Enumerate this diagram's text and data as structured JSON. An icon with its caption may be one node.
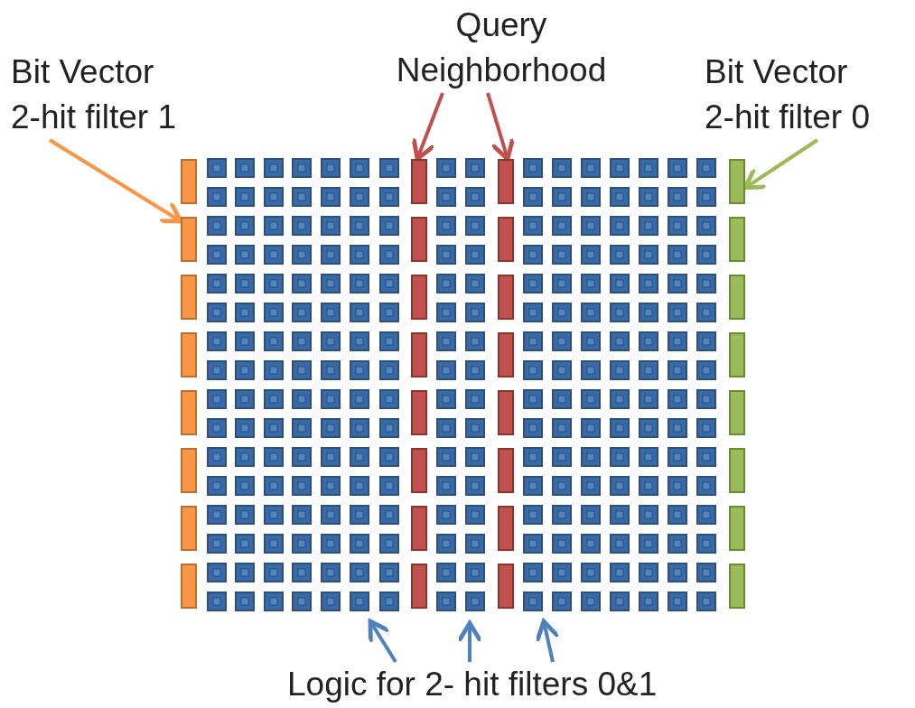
{
  "diagram": {
    "nodes": [
      {
        "text": [
          "Bit Vector",
          "2-hit filter 1"
        ]
      },
      {
        "text": [],
        "shape": "bar"
      },
      {
        "text": [
          "Query",
          "Neighborhood"
        ]
      },
      {
        "text": [],
        "shape": "bar"
      },
      {
        "text": [],
        "shape": "bar"
      },
      {
        "text": [
          "Bit Vector",
          "2-hit filter 0"
        ]
      },
      {
        "text": [],
        "shape": "bar"
      },
      {
        "text": [
          "Logic for 2- hit filters 0&1"
        ]
      }
    ],
    "edges": [
      {
        "from": 0,
        "to": 1,
        "arrow": "to",
        "color": "#f79646"
      },
      {
        "from": 2,
        "to": 3,
        "arrow": "to",
        "color": "#c0504d"
      },
      {
        "from": 2,
        "to": 4,
        "arrow": "to",
        "color": "#c0504d"
      },
      {
        "from": 5,
        "to": 6,
        "arrow": "to",
        "color": "#9bbb59"
      },
      {
        "from": 7,
        "to": null,
        "arrow": "to"
      },
      {
        "from": 7,
        "to": null,
        "arrow": "to"
      },
      {
        "from": 7,
        "to": null,
        "arrow": "to"
      }
    ]
  }
}
